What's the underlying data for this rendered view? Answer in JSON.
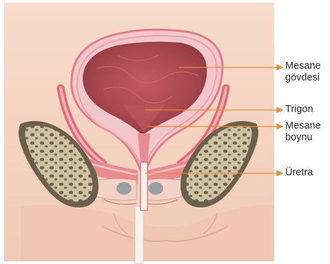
{
  "labels": {
    "bladder_body": {
      "line1": "Mesane",
      "line2": "gövdesi"
    },
    "trigone": {
      "line1": "Trigon"
    },
    "bladder_neck": {
      "line1": "Mesane",
      "line2": "boynu"
    },
    "urethra": {
      "line1": "Üretra"
    }
  },
  "colors": {
    "background_panel": "#f5d6c3",
    "bladder_lumen": "#a9474f",
    "bladder_wall": "#f2c7cb",
    "muscle": "#e06b75",
    "bone": "#d2c6a8",
    "leader_line": "#f08a2b"
  }
}
